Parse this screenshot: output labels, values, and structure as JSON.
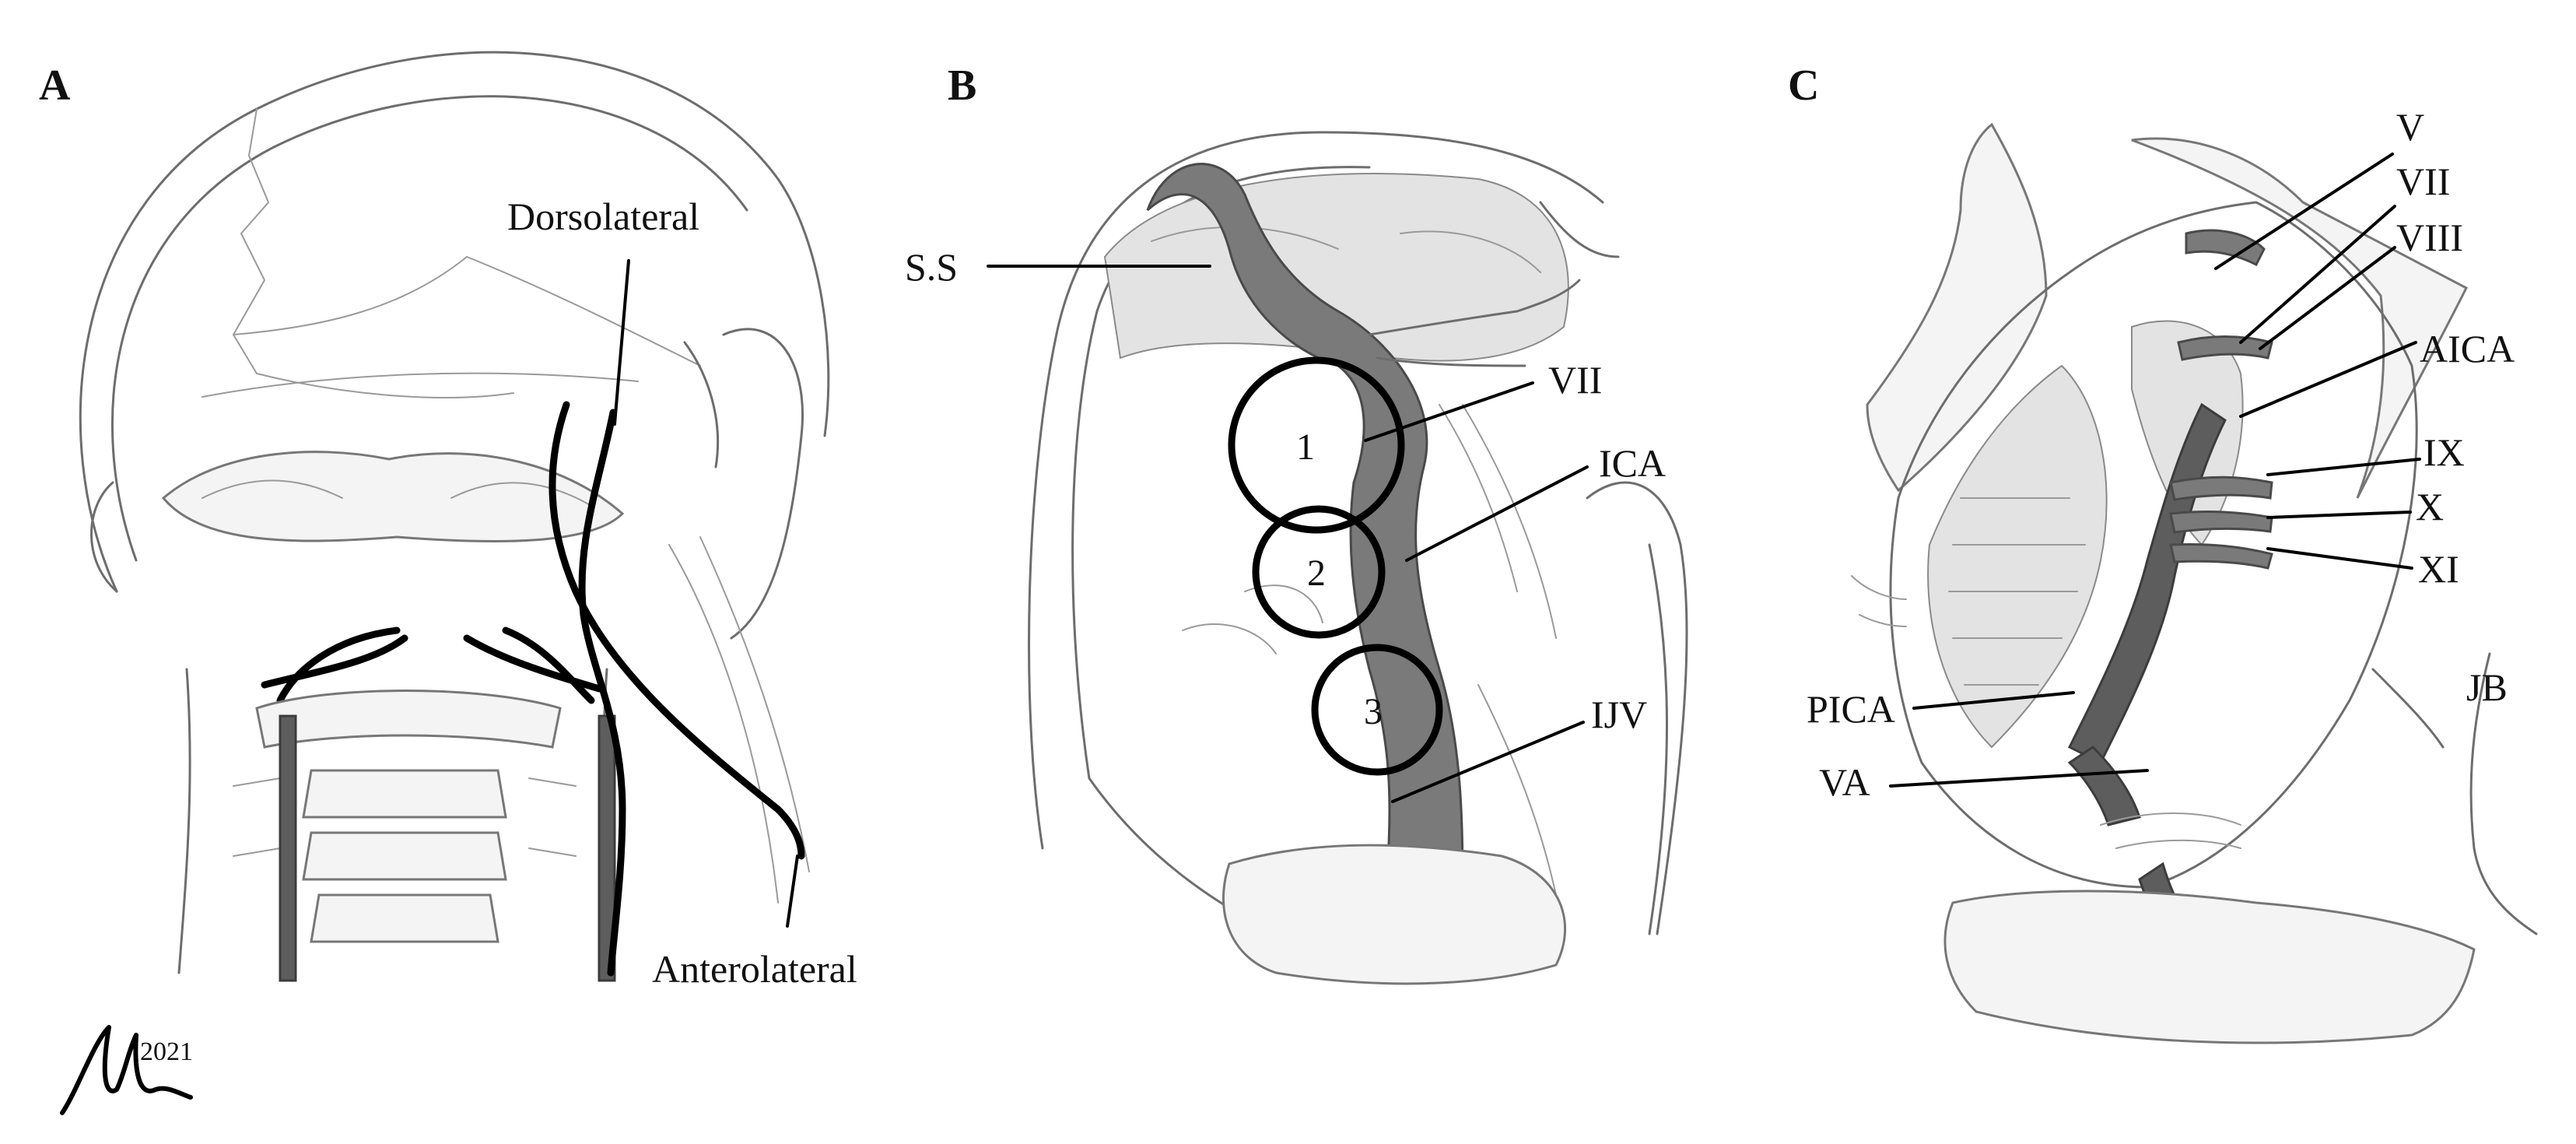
{
  "panels": {
    "a": {
      "letter": "A",
      "labels": {
        "dorsolateral": "Dorsolateral",
        "anterolateral": "Anterolateral"
      }
    },
    "b": {
      "letter": "B",
      "labels": {
        "ss": "S.S",
        "vii": "VII",
        "ica": "ICA",
        "ijv": "IJV"
      },
      "circles": [
        "1",
        "2",
        "3"
      ]
    },
    "c": {
      "letter": "C",
      "labels": {
        "v": "V",
        "vii": "VII",
        "viii": "VIII",
        "aica": "AICA",
        "ix": "IX",
        "x": "X",
        "xi": "XI",
        "jb": "JB",
        "pica": "PICA",
        "va": "VA"
      }
    }
  },
  "signature": {
    "year": "2021"
  },
  "colors": {
    "line": "#000000",
    "sketch": "#6d6d6d",
    "vessel": "#7a7a7a",
    "background": "#ffffff"
  }
}
